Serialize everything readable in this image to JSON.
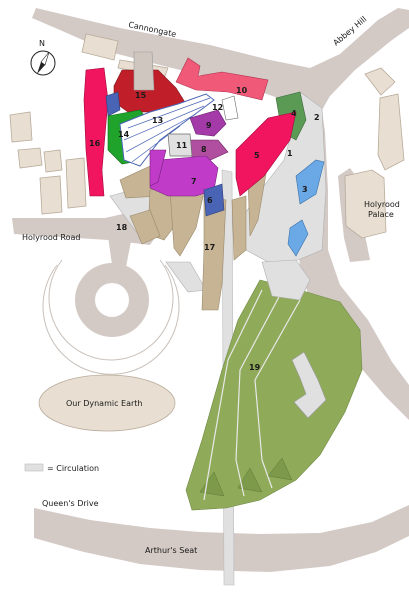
{
  "roads": {
    "cannongate": "Cannongate",
    "abbey_hill": "Abbey Hill",
    "holyrood_road": "Holyrood Road",
    "queens_drive": "Queen's Drive",
    "arthurs_seat": "Arthur's Seat"
  },
  "places": {
    "holyrood_palace_line1": "Holyrood",
    "holyrood_palace_line2": "Palace",
    "our_dynamic_earth": "Our Dynamic Earth"
  },
  "compass": {
    "label": "N"
  },
  "legend": {
    "label": "= Circulation",
    "swatch_color": "#e0e0e0"
  },
  "zones": {
    "z1": "1",
    "z2": "2",
    "z3": "3",
    "z4": "4",
    "z5": "5",
    "z6": "6",
    "z7": "7",
    "z8": "8",
    "z9": "9",
    "z10": "10",
    "z11": "11",
    "z12": "12",
    "z13": "13",
    "z14": "14",
    "z15": "15",
    "z16": "16",
    "z17": "17",
    "z18": "18",
    "z19": "19"
  },
  "colors": {
    "road": "#d3c9c5",
    "circulation": "#e0e0e0",
    "landscape": "#8fab5a",
    "stone": "#c6b494",
    "building_outline": "#e8dfd2",
    "z1_z5": "#f0155e",
    "z2": "#dcdcdc",
    "z3_water": "#6aa8e6",
    "z4": "#5a9a55",
    "z6": "#4a64b5",
    "z7": "#c03cc8",
    "z8": "#b04fa0",
    "z9": "#a33aa8",
    "z10": "#f05a78",
    "z14": "#1fa32a",
    "z15": "#c01f2a",
    "z16": "#f0155e"
  }
}
